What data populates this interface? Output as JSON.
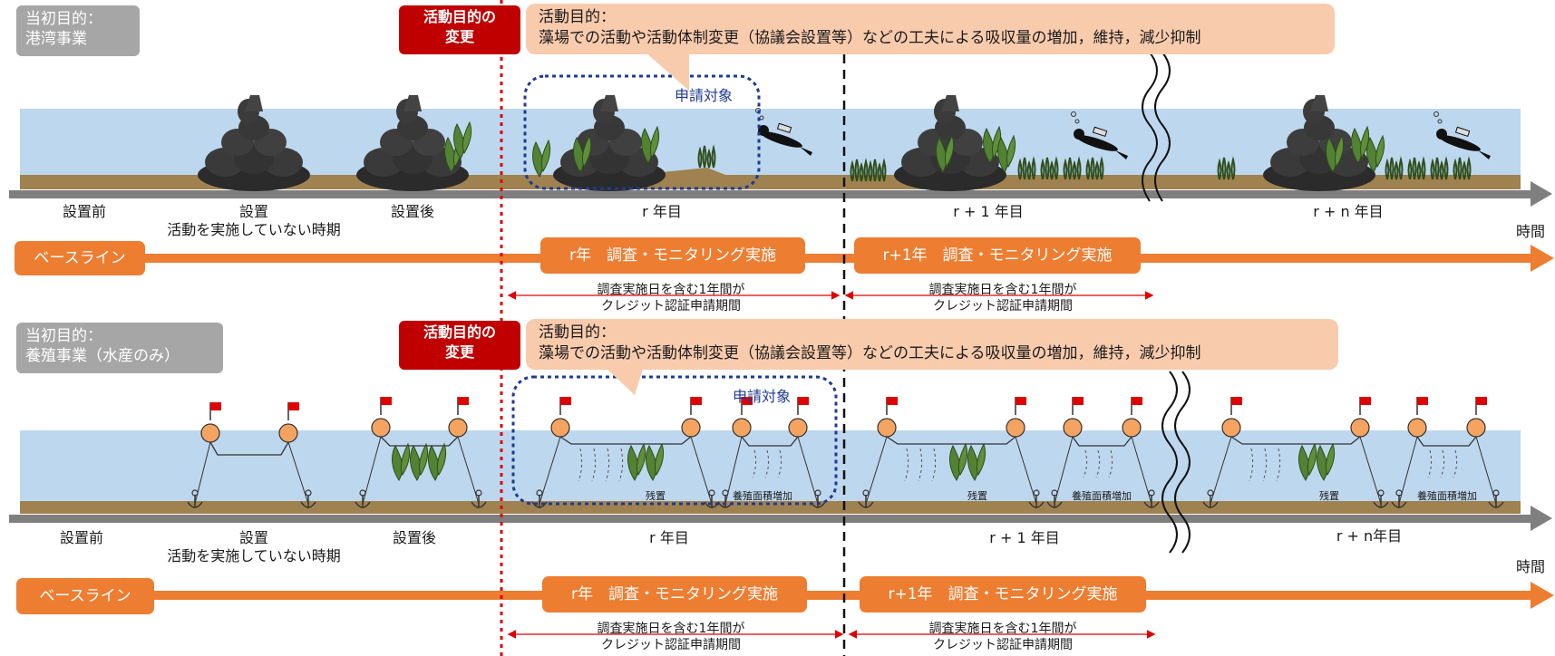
{
  "colors": {
    "water": "#bdd7ee",
    "seabed": "#a08250",
    "axis": "#7f7f7f",
    "orange": "#ed7d31",
    "red": "#c00000",
    "peach": "#f8cbad",
    "navy": "#1f3a93",
    "kelp": "#548235"
  },
  "top": {
    "initial_purpose": "当初目的：\n港湾事業",
    "change_badge": "活動目的の\n変更",
    "purpose_box": "活動目的：\n藻場での活動や活動体制変更（協議会設置等）などの工夫による吸収量の増加，維持，減少抑制",
    "target_label": "申請対象",
    "stages": [
      "設置前",
      "設置\n活動を実施していない時期",
      "設置後",
      "r 年目",
      "r + 1 年目",
      "r + n 年目"
    ],
    "time_label": "時間",
    "baseline": "ベースライン",
    "survey_r": "r年　調査・モニタリング実施",
    "survey_r1": "r+1年　調査・モニタリング実施",
    "period_note": "調査実施日を含む1年間が\nクレジット認証申請期間"
  },
  "bottom": {
    "initial_purpose": "当初目的：\n養殖事業（水産のみ）",
    "change_badge": "活動目的の\n変更",
    "purpose_box": "活動目的：\n藻場での活動や活動体制変更（協議会設置等）などの工夫による吸収量の増加，維持，減少抑制",
    "target_label": "申請対象",
    "stages": [
      "設置前",
      "設置\n活動を実施していない時期",
      "設置後",
      "r 年目",
      "r + 1 年目",
      "r + n年目"
    ],
    "remain_label": "残置",
    "expand_label": "養殖面積増加",
    "time_label": "時間",
    "baseline": "ベースライン",
    "survey_r": "r年　調査・モニタリング実施",
    "survey_r1": "r+1年　調査・モニタリング実施",
    "period_note": "調査実施日を含む1年間が\nクレジット認証申請期間"
  }
}
